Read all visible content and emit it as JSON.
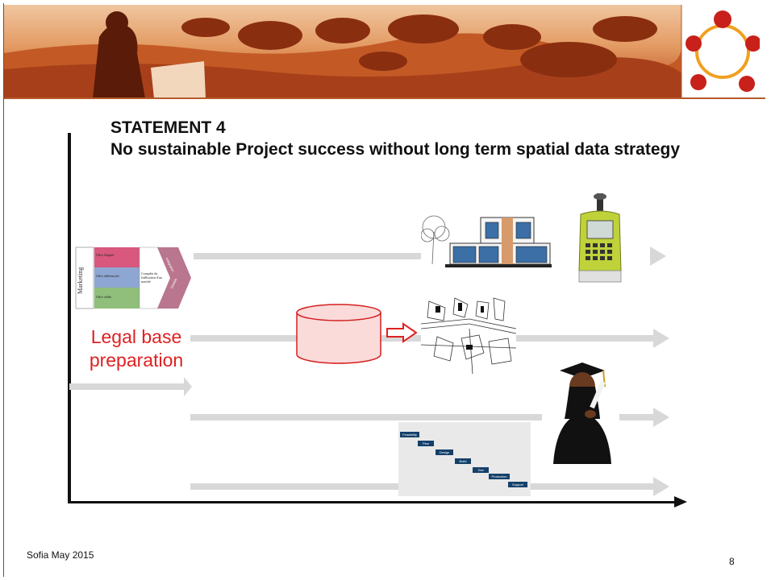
{
  "slide": {
    "title_line1": "STATEMENT 4",
    "title_line2": "No sustainable Project success without long term spatial data strategy",
    "legal_label": "Legal base preparation",
    "footer": "Sofia May 2015",
    "page_number": "8"
  },
  "marketing_diagram": {
    "side_label": "Marketing",
    "boxes": [
      "Offre Adaptée",
      "Offre différenciée",
      "Offre ciblée"
    ],
    "right_text": "Conquête du fidélisation d'un marché",
    "chevron_labels": [
      "Intégration",
      "Globale"
    ]
  },
  "waterfall": {
    "steps": [
      "Feasibility",
      "Plan",
      "Design",
      "Build",
      "Test",
      "Production",
      "Support"
    ]
  },
  "colors": {
    "accent_red": "#e02020",
    "lane_gray": "#d8d8d8",
    "banner_orange": "#c8602a"
  }
}
